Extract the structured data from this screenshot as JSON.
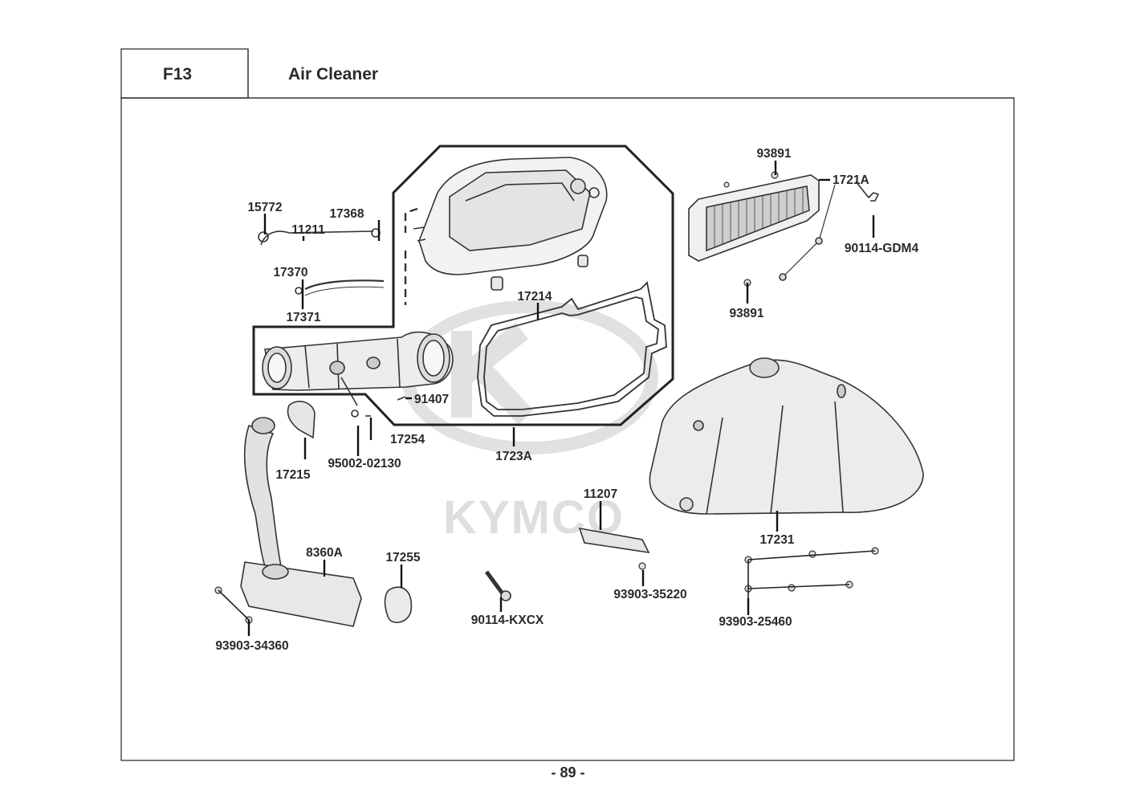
{
  "header": {
    "code": "F13",
    "title": "Air Cleaner"
  },
  "watermark": {
    "brand": "KYMCO"
  },
  "parts": {
    "p15772": "15772",
    "p11211": "11211",
    "p17368": "17368",
    "p17370": "17370",
    "p17371": "17371",
    "p93891_top": "93891",
    "p1721A": "1721A",
    "p90114_GDM4": "90114-GDM4",
    "p93891_bottom": "93891",
    "p17214": "17214",
    "p91407": "91407",
    "p17254": "17254",
    "p95002_02130": "95002-02130",
    "p17215": "17215",
    "p1723A": "1723A",
    "p11207": "11207",
    "p17231": "17231",
    "p8360A": "8360A",
    "p17255": "17255",
    "p90114_KXCX": "90114-KXCX",
    "p93903_35220": "93903-35220",
    "p93903_25460": "93903-25460",
    "p93903_34360": "93903-34360"
  },
  "footer": {
    "page": "- 89 -"
  }
}
